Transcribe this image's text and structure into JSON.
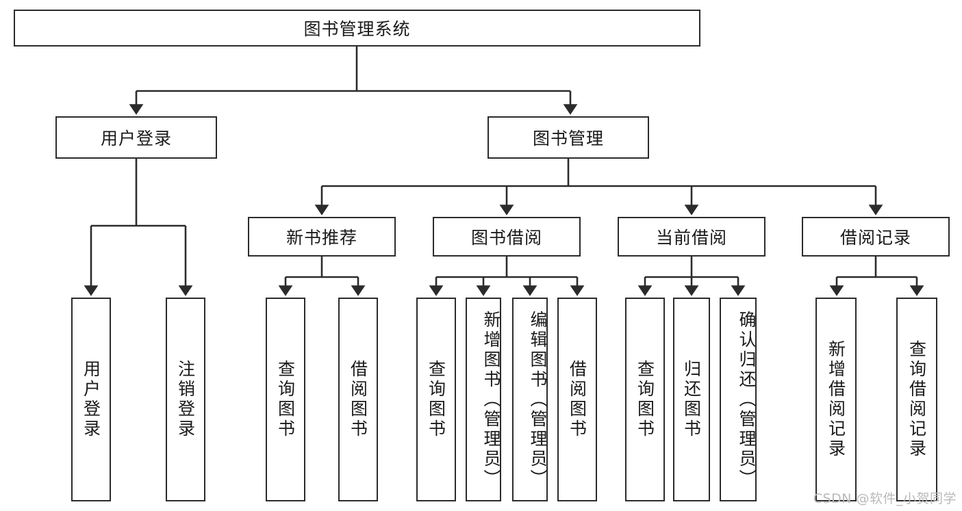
{
  "diagram": {
    "title": "图书管理系统",
    "type": "tree",
    "root": {
      "label": "图书管理系统"
    },
    "level2": [
      {
        "label": "用户登录"
      },
      {
        "label": "图书管理"
      }
    ],
    "level3": [
      {
        "label": "新书推荐"
      },
      {
        "label": "图书借阅"
      },
      {
        "label": "当前借阅"
      },
      {
        "label": "借阅记录"
      }
    ],
    "leaves_user_login": [
      {
        "label": "用户登录"
      },
      {
        "label": "注销登录"
      }
    ],
    "leaves_new_book": [
      {
        "label": "查询图书"
      },
      {
        "label": "借阅图书"
      }
    ],
    "leaves_borrow": [
      {
        "label": "查询图书"
      },
      {
        "label": "新增图书（管理员）"
      },
      {
        "label": "编辑图书（管理员）"
      },
      {
        "label": "借阅图书"
      }
    ],
    "leaves_current": [
      {
        "label": "查询图书"
      },
      {
        "label": "归还图书"
      },
      {
        "label": "确认归还（管理员）"
      }
    ],
    "leaves_records": [
      {
        "label": "新增借阅记录"
      },
      {
        "label": "查询借阅记录"
      }
    ]
  },
  "watermark": {
    "text": "CSDN @软件_小贺同学"
  },
  "colors": {
    "stroke": "#2b2b2b",
    "fill": "#ffffff",
    "text": "#1a1a1a",
    "watermark": "#b9b9b9"
  }
}
